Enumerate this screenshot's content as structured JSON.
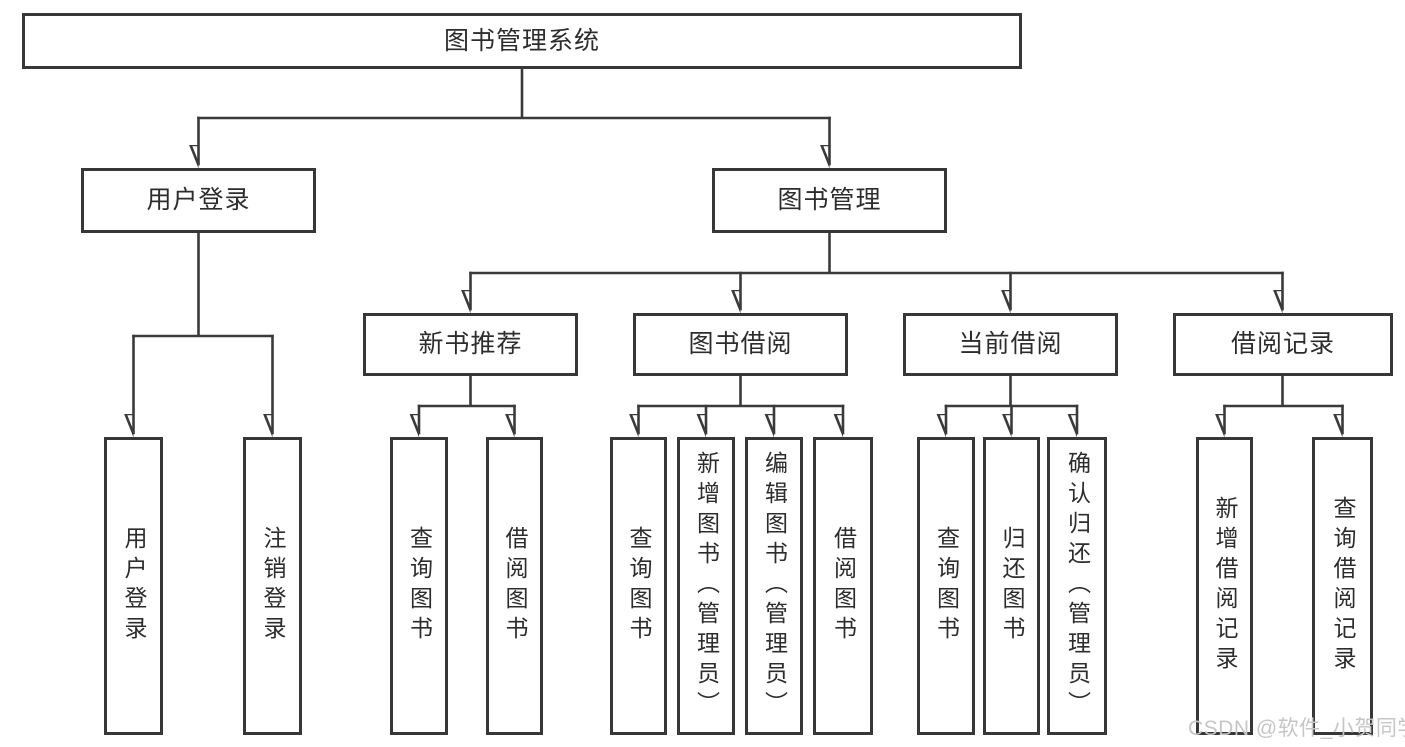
{
  "diagram": {
    "root": {
      "label": "图书管理系统"
    },
    "level2": [
      {
        "id": "user-login",
        "label": "用户登录"
      },
      {
        "id": "book-management",
        "label": "图书管理"
      }
    ],
    "level3": [
      {
        "id": "new-book-recommend",
        "label": "新书推荐"
      },
      {
        "id": "book-borrowing",
        "label": "图书借阅"
      },
      {
        "id": "current-borrowing",
        "label": "当前借阅"
      },
      {
        "id": "borrowing-records",
        "label": "借阅记录"
      }
    ],
    "leaves": [
      {
        "parent": "user-login",
        "label": "用户登录"
      },
      {
        "parent": "user-login",
        "label": "注销登录"
      },
      {
        "parent": "new-book-recommend",
        "label": "查询图书"
      },
      {
        "parent": "new-book-recommend",
        "label": "借阅图书"
      },
      {
        "parent": "book-borrowing",
        "label": "查询图书"
      },
      {
        "parent": "book-borrowing",
        "label": "新增图书（管理员）"
      },
      {
        "parent": "book-borrowing",
        "label": "编辑图书（管理员）"
      },
      {
        "parent": "book-borrowing",
        "label": "借阅图书"
      },
      {
        "parent": "current-borrowing",
        "label": "查询图书"
      },
      {
        "parent": "current-borrowing",
        "label": "归还图书"
      },
      {
        "parent": "current-borrowing",
        "label": "确认归还（管理员）"
      },
      {
        "parent": "borrowing-records",
        "label": "新增借阅记录"
      },
      {
        "parent": "borrowing-records",
        "label": "查询借阅记录"
      }
    ],
    "colors": {
      "line": "#3a3a3a",
      "border": "#373737",
      "text": "#2d2d2d",
      "background": "#ffffff",
      "watermark": "#c6c6c6"
    }
  },
  "watermark": {
    "text": "CSDN @软件_小贺同学"
  }
}
